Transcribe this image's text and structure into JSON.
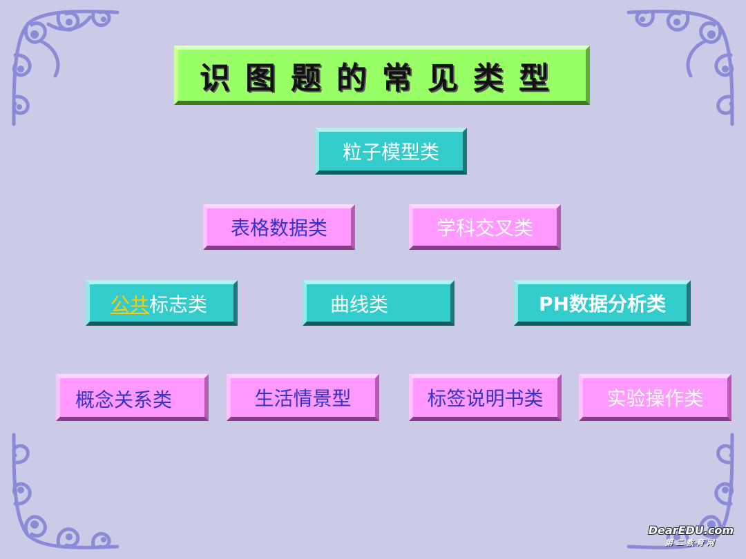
{
  "slide": {
    "title": "识图题的常见类型",
    "boxes": {
      "particle": "粒子模型类",
      "table_data": "表格数据类",
      "interdisciplinary": "学科交叉类",
      "public_highlight": "公共",
      "public_rest": "标志类",
      "curve": "曲线类",
      "ph": "PH数据分析类",
      "concept": "概念关系类",
      "life": "生活情景型",
      "label": "标签说明书类",
      "experiment": "实验操作类"
    },
    "logo": {
      "line1": "DearEDU.com",
      "line2": "第二教育网"
    }
  },
  "colors": {
    "background": "#cbcbe8",
    "pink": "#ff99ff",
    "teal": "#33cccc",
    "green": "#99ff66",
    "ornament": "#8a8ad6"
  }
}
